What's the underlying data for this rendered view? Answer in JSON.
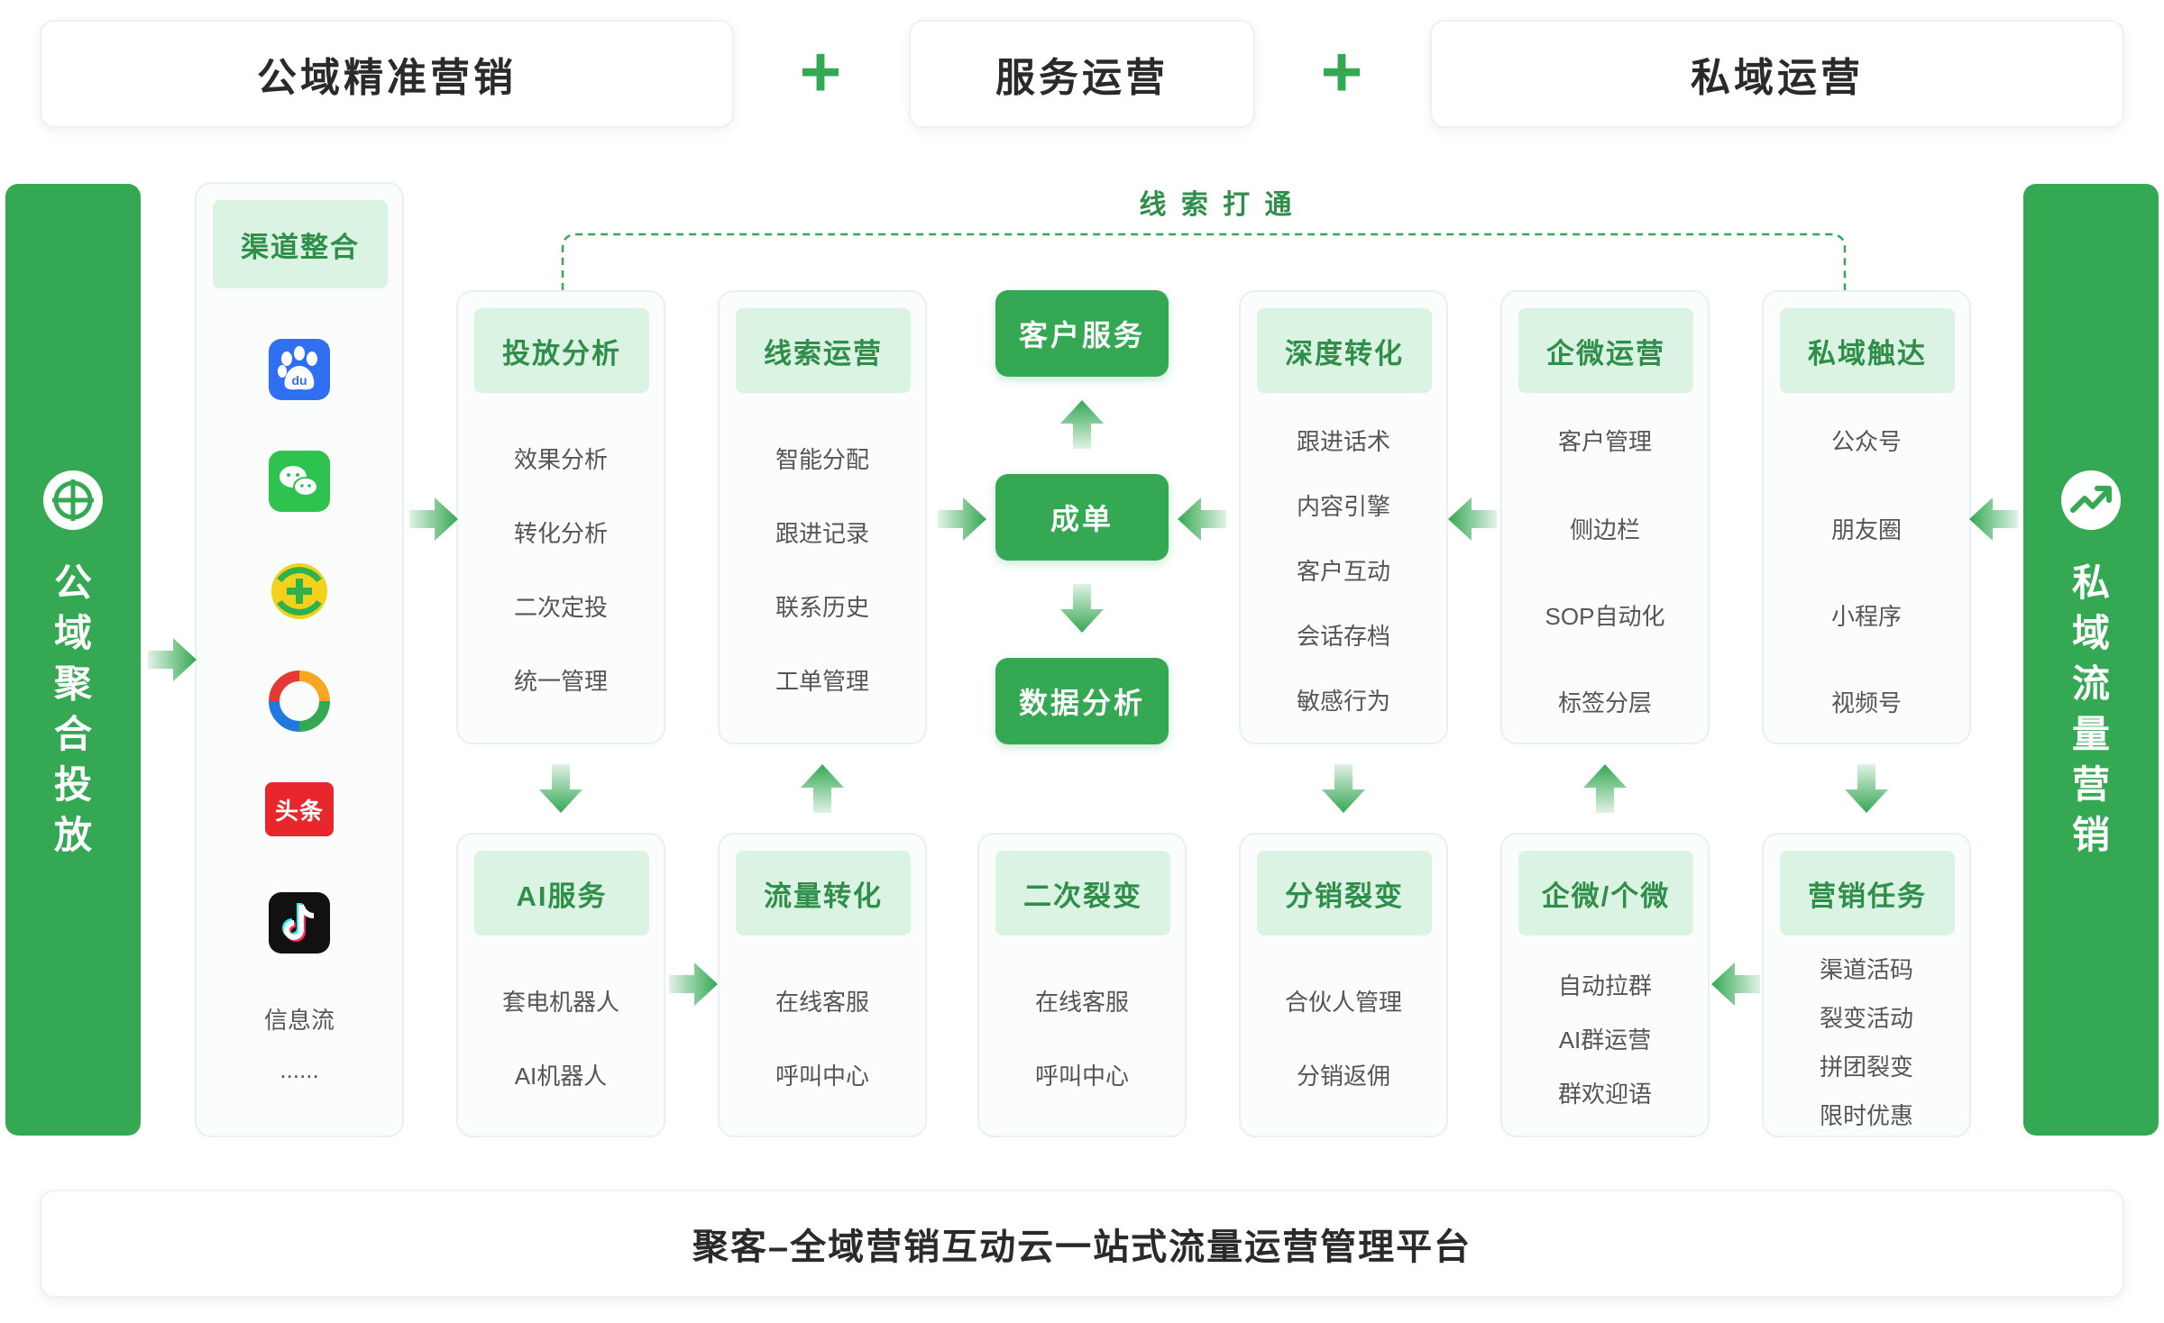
{
  "top": {
    "left": "公域精准营销",
    "plus1": "+",
    "middle": "服务运营",
    "plus2": "+",
    "right": "私域运营"
  },
  "left_sidebar": {
    "chars": [
      "公",
      "域",
      "聚",
      "合",
      "投",
      "放"
    ],
    "icon": "crosshair-icon"
  },
  "right_sidebar": {
    "chars": [
      "私",
      "域",
      "流",
      "量",
      "营",
      "销"
    ],
    "icon": "trend-up-icon"
  },
  "channels": {
    "title": "渠道整合",
    "icons": [
      "baidu-icon",
      "wechat-icon",
      "360-icon",
      "tencent-icon",
      "toutiao-icon",
      "douyin-icon"
    ],
    "toutiao_label": "头条",
    "du_label": "du",
    "feed": "信息流",
    "more": "......"
  },
  "connector_label": "线 索 打 通",
  "cards_top": [
    {
      "title": "投放分析",
      "items": [
        "效果分析",
        "转化分析",
        "二次定投",
        "统一管理"
      ]
    },
    {
      "title": "线索运营",
      "items": [
        "智能分配",
        "跟进记录",
        "联系历史",
        "工单管理"
      ]
    },
    {
      "title": "深度转化",
      "items": [
        "跟进话术",
        "内容引擎",
        "客户互动",
        "会话存档",
        "敏感行为"
      ]
    },
    {
      "title": "企微运营",
      "items": [
        "客户管理",
        "侧边栏",
        "SOP自动化",
        "标签分层"
      ]
    },
    {
      "title": "私域触达",
      "items": [
        "公众号",
        "朋友圈",
        "小程序",
        "视频号"
      ]
    }
  ],
  "center": {
    "service": "客户服务",
    "deal": "成单",
    "analysis": "数据分析"
  },
  "cards_bottom": [
    {
      "title": "AI服务",
      "items": [
        "套电机器人",
        "AI机器人"
      ]
    },
    {
      "title": "流量转化",
      "items": [
        "在线客服",
        "呼叫中心"
      ]
    },
    {
      "title": "二次裂变",
      "items": [
        "在线客服",
        "呼叫中心"
      ]
    },
    {
      "title": "分销裂变",
      "items": [
        "合伙人管理",
        "分销返佣"
      ]
    },
    {
      "title": "企微/个微",
      "items": [
        "自动拉群",
        "AI群运营",
        "群欢迎语"
      ]
    },
    {
      "title": "营销任务",
      "items": [
        "渠道活码",
        "裂变活动",
        "拼团裂变",
        "限时优惠"
      ]
    }
  ],
  "bottom_title": "聚客–全域营销互动云一站式流量运营管理平台",
  "colors": {
    "accent": "#34a853",
    "pill_bg": "#dbf3e2",
    "pill_text": "#2f8f4a"
  }
}
